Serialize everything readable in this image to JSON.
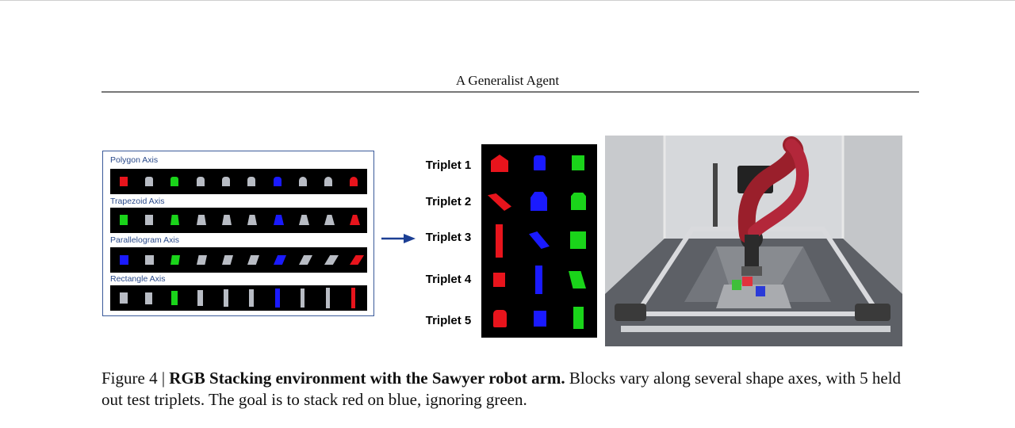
{
  "header": {
    "running_title": "A Generalist Agent"
  },
  "figure": {
    "axes_panel": {
      "axes": [
        {
          "label": "Polygon Axis"
        },
        {
          "label": "Trapezoid Axis"
        },
        {
          "label": "Parallelogram Axis"
        },
        {
          "label": "Rectangle Axis"
        }
      ]
    },
    "triplets": [
      {
        "label": "Triplet 1"
      },
      {
        "label": "Triplet 2"
      },
      {
        "label": "Triplet 3"
      },
      {
        "label": "Triplet 4"
      },
      {
        "label": "Triplet 5"
      }
    ],
    "colors": {
      "red": "#e8141c",
      "blue": "#1a1aff",
      "green": "#1ad41a",
      "gray": "#b8bcc4",
      "arrow": "#1c3f94"
    }
  },
  "caption": {
    "prefix": "Figure 4 | ",
    "bold": "RGB Stacking environment with the Sawyer robot arm.",
    "text": " Blocks vary along several shape axes, with 5 held out test triplets. The goal is to stack red on blue, ignoring green."
  }
}
